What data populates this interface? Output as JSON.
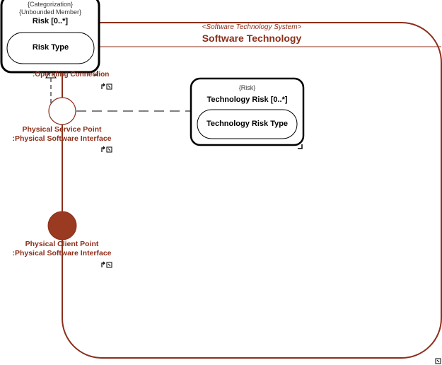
{
  "colors": {
    "accent": "#8b2f1a",
    "accent_fill": "#9a3a20",
    "border_dark": "#000000",
    "background": "#ffffff"
  },
  "system": {
    "stereotype": "<Software Technology System>",
    "title": "Software Technology"
  },
  "risk_block": {
    "stereotype_1": "{Categorization}",
    "stereotype_2": "{Unbounded Member}",
    "title": "Risk [0..*]",
    "inner_label": "Risk Type"
  },
  "tech_risk_block": {
    "stereotype": "{Risk}",
    "title": "Technology Risk [0..*]",
    "inner_label": "Technology Risk Type"
  },
  "operating_connection": {
    "label": ":Operating Connection"
  },
  "service_point": {
    "line1": "Physical Service Point",
    "line2": ":Physical Software Interface"
  },
  "client_point": {
    "line1": "Physical Client Point",
    "line2": ":Physical Software Interface"
  },
  "icons": [
    "corner-arrow-icon",
    "link-icon"
  ]
}
